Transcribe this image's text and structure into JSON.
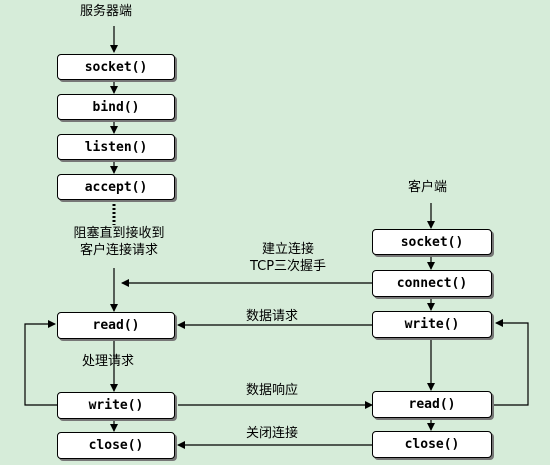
{
  "server": {
    "title": "服务器端",
    "blocked_line1": "阻塞直到接收到",
    "blocked_line2": "客户连接请求",
    "process": "处理请求",
    "socket": "socket()",
    "bind": "bind()",
    "listen": "listen()",
    "accept": "accept()",
    "read": "read()",
    "write": "write()",
    "close": "close()"
  },
  "client": {
    "title": "客户端",
    "socket": "socket()",
    "connect": "connect()",
    "write": "write()",
    "read": "read()",
    "close": "close()"
  },
  "links": {
    "connect_line1": "建立连接",
    "connect_line2": "TCP三次握手",
    "request": "数据请求",
    "response": "数据响应",
    "close": "关闭连接"
  },
  "colors": {
    "background": "#d6ecd9",
    "box": "#ffffff",
    "line": "#000000"
  }
}
